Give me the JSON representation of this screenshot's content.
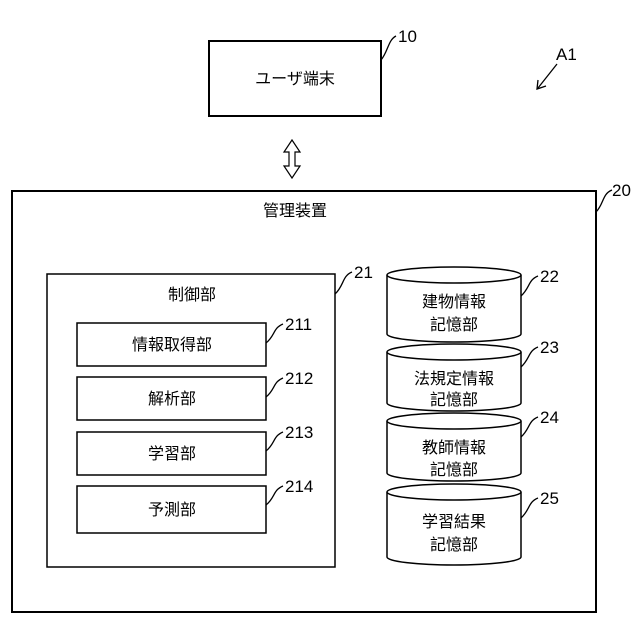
{
  "diagram": {
    "figure_ref": "A1",
    "user_terminal": {
      "label": "ユーザ端末",
      "ref": "10"
    },
    "management_device": {
      "label": "管理装置",
      "ref": "20",
      "control_unit": {
        "label": "制御部",
        "ref": "21",
        "modules": [
          {
            "label": "情報取得部",
            "ref": "211"
          },
          {
            "label": "解析部",
            "ref": "212"
          },
          {
            "label": "学習部",
            "ref": "213"
          },
          {
            "label": "予測部",
            "ref": "214"
          }
        ]
      },
      "storages": [
        {
          "line1": "建物情報",
          "line2": "記憶部",
          "ref": "22"
        },
        {
          "line1": "法規定情報",
          "line2": "記憶部",
          "ref": "23"
        },
        {
          "line1": "教師情報",
          "line2": "記憶部",
          "ref": "24"
        },
        {
          "line1": "学習結果",
          "line2": "記憶部",
          "ref": "25"
        }
      ]
    },
    "connection": "bidirectional-arrow"
  }
}
